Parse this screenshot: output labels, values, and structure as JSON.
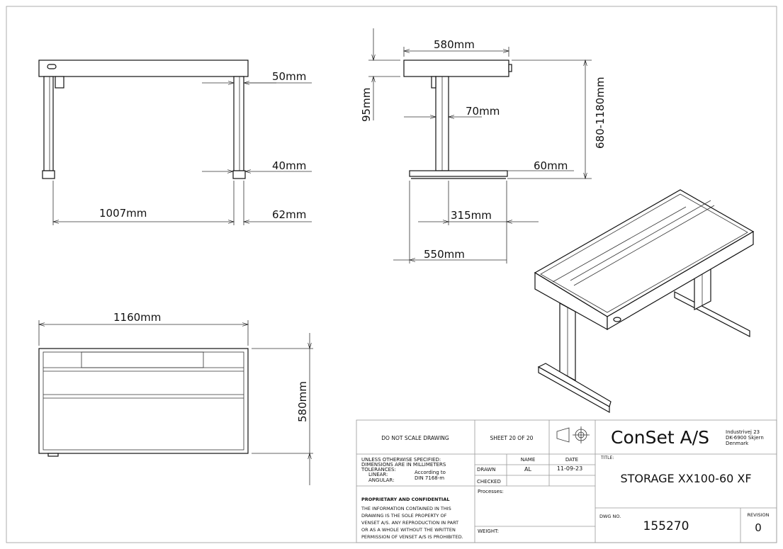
{
  "dimensions": {
    "front": {
      "top_thickness": "50mm",
      "foot_height": "40mm",
      "leg_span": "1007mm",
      "foot_width": "62mm"
    },
    "side": {
      "depth": "580mm",
      "top_height": "95mm",
      "column": "70mm",
      "base": "60mm",
      "height_range": "680-1180mm",
      "offset": "315mm",
      "foot_length": "550mm"
    },
    "top": {
      "width": "1160mm",
      "depth": "580mm"
    }
  },
  "title_block": {
    "do_not_scale": "DO NOT SCALE DRAWING",
    "sheet": "SHEET 20 OF 20",
    "company": "ConSet A/S",
    "address": [
      "Industrivej 23",
      "DK-6900 Skjern",
      "Denmark"
    ],
    "spec_lines": [
      "UNLESS OTHERWISE SPECIFIED:",
      "DIMENSIONS ARE IN MILLIMETERS",
      "TOLERANCES:",
      "LINEAR:",
      "ANGULAR:"
    ],
    "tolerance_value": [
      "According to",
      "DIN 7168-m"
    ],
    "name_header": "NAME",
    "date_header": "DATE",
    "drawn_label": "DRAWN",
    "drawn_name": "AL",
    "drawn_date": "11-09-23",
    "checked_label": "CHECKED",
    "title_label": "TITLE:",
    "title": "STORAGE XX100-60 XF",
    "proprietary_heading": "PROPRIETARY AND CONFIDENTIAL",
    "proprietary_text": [
      "THE INFORMATION CONTAINED IN THIS",
      "DRAWING IS THE SOLE PROPERTY OF",
      "VENSET A/S.  ANY REPRODUCTION IN PART",
      "OR AS A WHOLE WITHOUT THE WRITTEN",
      "PERMISSION OF VENSET A/S IS PROHIBITED."
    ],
    "processes_label": "Processes:",
    "weight_label": "WEIGHT:",
    "dwg_label": "DWG NO.",
    "dwg_no": "155270",
    "revision_label": "REVISION",
    "revision": "0"
  }
}
